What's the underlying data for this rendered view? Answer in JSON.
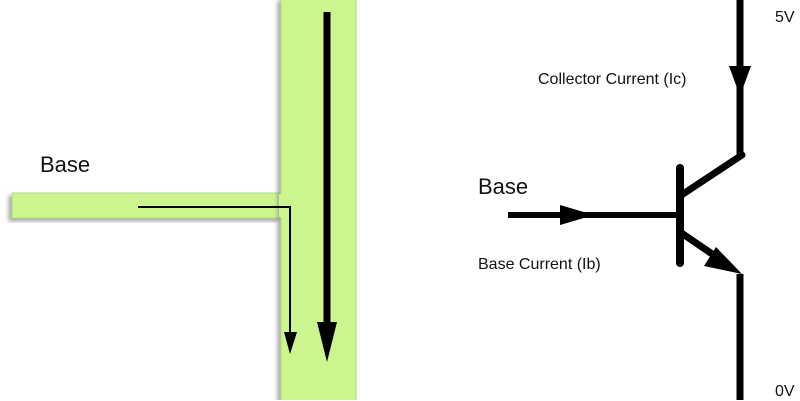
{
  "colors": {
    "pipe_fill": "#ccf58f",
    "pipe_edge": "#b4dc78",
    "shadow": "#9a9a9a",
    "ink": "#000000"
  },
  "analogy": {
    "base_label": "Base"
  },
  "schematic": {
    "base_label": "Base",
    "supply_label": "5V",
    "ground_label": "0V",
    "collector_current_label": "Collector Current (Ic)",
    "base_current_label": "Base Current (Ib)"
  }
}
